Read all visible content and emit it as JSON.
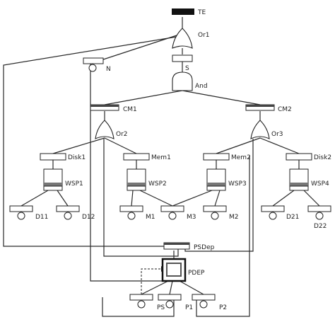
{
  "labels": {
    "te": "TE",
    "or1": "Or1",
    "s": "S",
    "n": "N",
    "and": "And",
    "cm1": "CM1",
    "cm2": "CM2",
    "or2": "Or2",
    "or3": "Or3",
    "disk1": "Disk1",
    "mem1": "Mem1",
    "mem2": "Mem2",
    "disk2": "Disk2",
    "wsp1": "WSP1",
    "wsp2": "WSP2",
    "wsp3": "WSP3",
    "wsp4": "WSP4",
    "d11": "D11",
    "d12": "D12",
    "m1": "M1",
    "m3": "M3",
    "m2": "M2",
    "d21": "D21",
    "d22": "D22",
    "psdep": "PSDep",
    "pdep": "PDEP",
    "ps": "PS",
    "p1": "P1",
    "p2": "P2"
  },
  "colors": {
    "line": "#2a2a2a",
    "te_bar": "#111111",
    "wsp_band": "#777777",
    "pdep_fill": "#555555"
  }
}
